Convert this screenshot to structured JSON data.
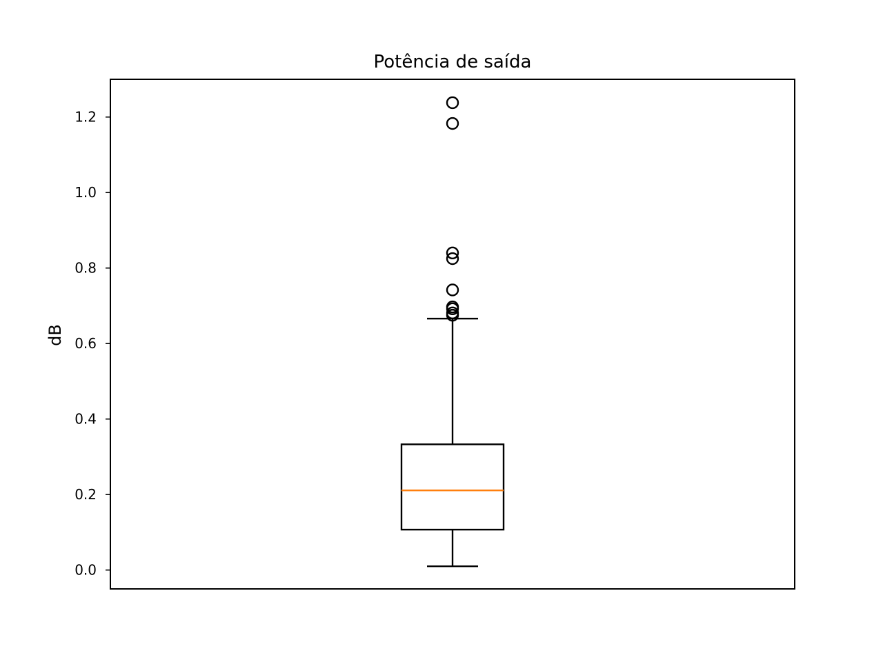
{
  "chart_data": {
    "type": "box",
    "title": "Potência de saída",
    "xlabel": "",
    "ylabel": "dB",
    "ylim": [
      -0.05,
      1.3
    ],
    "y_ticks": [
      {
        "value": 0.0,
        "label": "0.0"
      },
      {
        "value": 0.2,
        "label": "0.2"
      },
      {
        "value": 0.4,
        "label": "0.4"
      },
      {
        "value": 0.6,
        "label": "0.6"
      },
      {
        "value": 0.8,
        "label": "0.8"
      },
      {
        "value": 1.0,
        "label": "1.0"
      },
      {
        "value": 1.2,
        "label": "1.2"
      }
    ],
    "grid": false,
    "box": {
      "whisker_low": 0.01,
      "q1": 0.107,
      "median": 0.211,
      "q3": 0.333,
      "whisker_high": 0.666,
      "fliers": [
        0.675,
        0.681,
        0.692,
        0.697,
        0.742,
        0.825,
        0.84,
        1.183,
        1.238
      ]
    },
    "colors": {
      "box": "#000000",
      "median": "#ff7f0e",
      "flier": "#000000",
      "axes": "#000000"
    }
  }
}
